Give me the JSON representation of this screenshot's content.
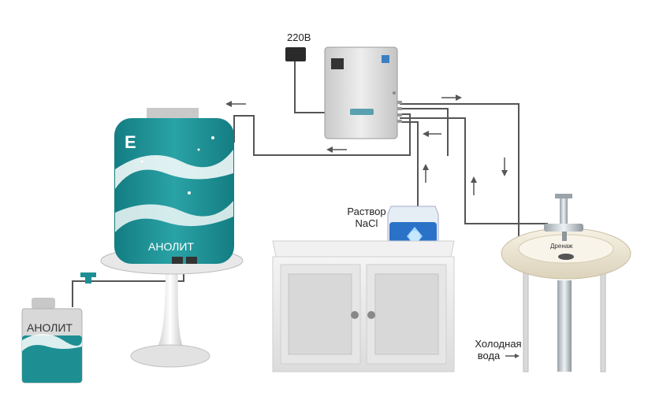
{
  "labels": {
    "power": "220В",
    "salt_solution_line1": "Раствор",
    "salt_solution_line2": "NaCl",
    "tank_brand": "E",
    "tank_label": "АНОЛИТ",
    "canister_label": "АНОЛИТ",
    "drain": "Дренаж",
    "cold_water_line1": "Холодная",
    "cold_water_line2": "вода"
  },
  "colors": {
    "teal": "#1d8f93",
    "teal_dark": "#0f6f74",
    "pipe": "#555555",
    "cabinet": "#e8e8e8",
    "sink": "#efe8d6",
    "control_box": "#d9d9d9"
  }
}
